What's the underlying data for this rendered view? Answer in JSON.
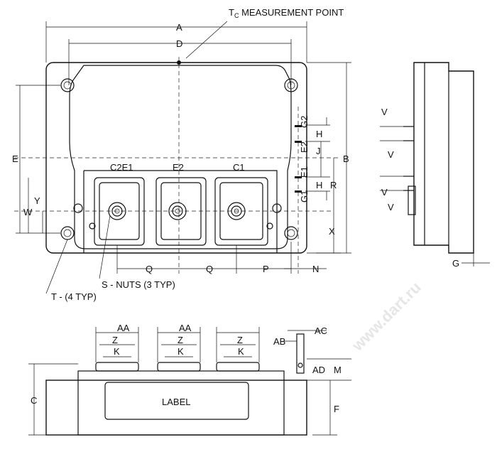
{
  "title_note": "T",
  "title_note_sub": "C",
  "measurement_point": " MEASUREMENT POINT",
  "watermark": "www.dart.ru",
  "dims": {
    "A": "A",
    "B": "B",
    "C": "C",
    "D": "D",
    "E": "E",
    "F": "F",
    "G": "G",
    "H": "H",
    "J": "J",
    "K": "K",
    "M": "M",
    "N": "N",
    "P": "P",
    "Q": "Q",
    "R": "R",
    "V": "V",
    "W": "W",
    "X": "X",
    "Y": "Y",
    "Z": "Z",
    "AA": "AA",
    "AB": "AB",
    "AC": "AC",
    "AD": "AD"
  },
  "terminals": {
    "c2e1": "C2E1",
    "e2": "E2",
    "c1": "C1",
    "g2": "G2",
    "e2_small": "E2",
    "e1": "E1",
    "g1": "G1"
  },
  "callouts": {
    "nuts": "S - NUTS (3 TYP)",
    "holes": "T - (4 TYP)"
  },
  "label_text": "LABEL"
}
